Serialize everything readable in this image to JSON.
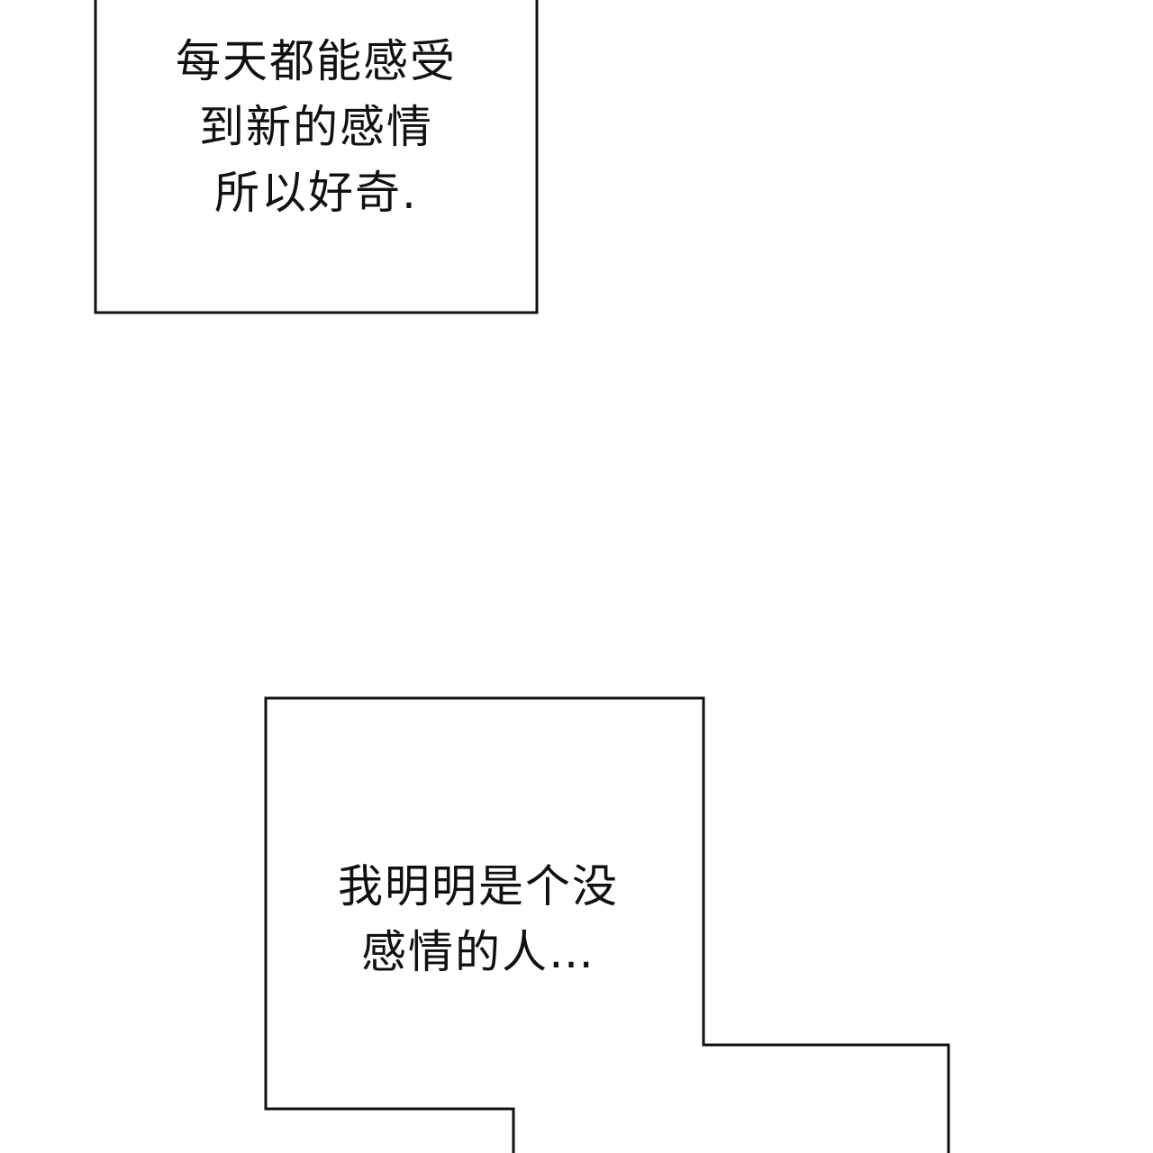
{
  "page": {
    "background": "#ffffff",
    "ink_color": "#111111"
  },
  "captions": {
    "top": {
      "lines": [
        "每天都能感受",
        "到新的感情",
        "所以好奇."
      ]
    },
    "bottom": {
      "lines": [
        "我明明是个没",
        "感情的人…"
      ]
    }
  }
}
